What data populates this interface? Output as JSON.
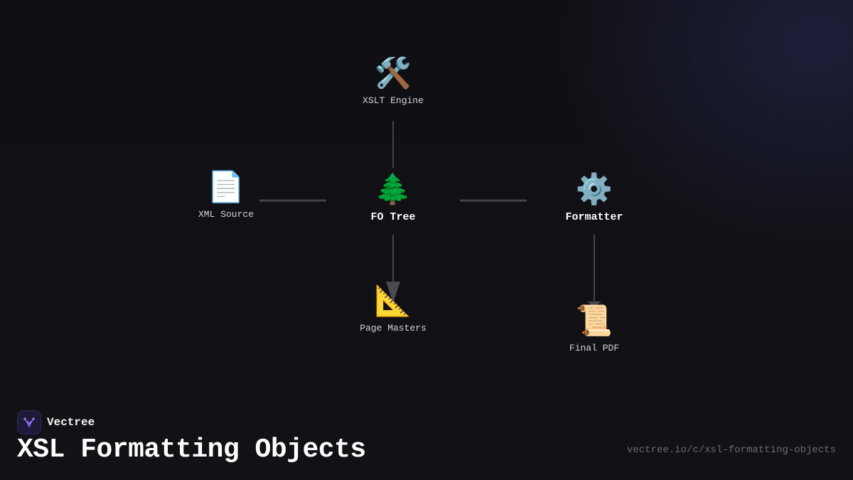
{
  "brand": {
    "name": "Vectree",
    "logo_icon": "vectree-logo-icon"
  },
  "title": "XSL Formatting Objects",
  "url": "vectree.io/c/xsl-formatting-objects",
  "colors": {
    "background": "#111114",
    "edge": "#444448",
    "label": "#d4d4d8",
    "url": "#6b6b75",
    "accent": "#8b5cf6"
  },
  "diagram": {
    "nodes": [
      {
        "id": "xslt-engine",
        "label": "XSLT Engine",
        "icon": "🛠️",
        "icon_name": "hammer-wrench-icon"
      },
      {
        "id": "xml-source",
        "label": "XML Source",
        "icon": "📄",
        "icon_name": "document-icon"
      },
      {
        "id": "fo-tree",
        "label": "FO Tree",
        "icon": "🌲",
        "icon_name": "tree-icon"
      },
      {
        "id": "formatter",
        "label": "Formatter",
        "icon": "⚙️",
        "icon_name": "gear-icon"
      },
      {
        "id": "page-masters",
        "label": "Page Masters",
        "icon": "📐",
        "icon_name": "triangular-ruler-icon"
      },
      {
        "id": "final-pdf",
        "label": "Final PDF",
        "icon": "📜",
        "icon_name": "scroll-icon"
      }
    ],
    "edges": [
      {
        "from": "xslt-engine",
        "to": "fo-tree"
      },
      {
        "from": "xml-source",
        "to": "fo-tree"
      },
      {
        "from": "fo-tree",
        "to": "formatter"
      },
      {
        "from": "fo-tree",
        "to": "page-masters"
      },
      {
        "from": "formatter",
        "to": "final-pdf"
      }
    ]
  }
}
